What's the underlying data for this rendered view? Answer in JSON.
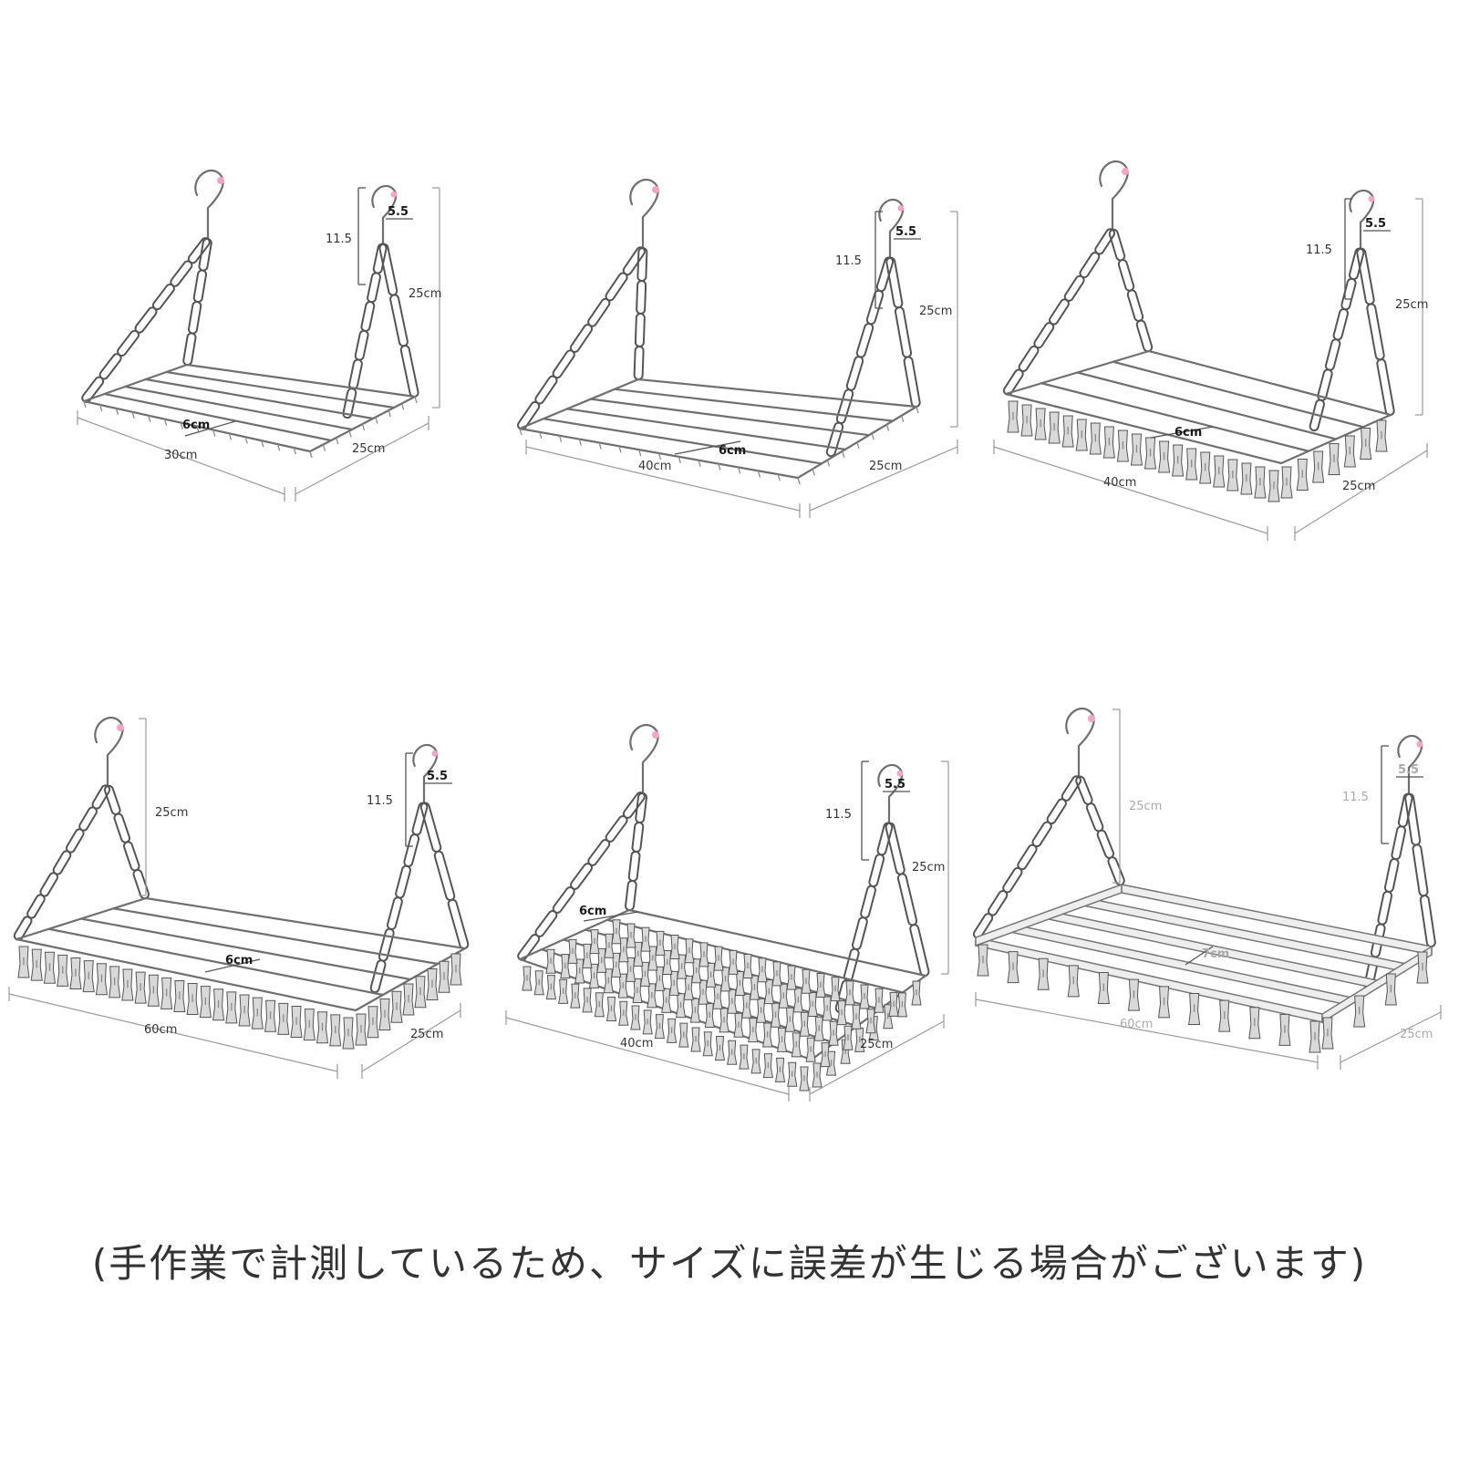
{
  "panels": [
    {
      "id": "p1",
      "style": "wire",
      "labels": {
        "hook_width": "5.5",
        "hook_height": "11.5",
        "total_height": "25cm",
        "spacing": "6cm",
        "length": "30cm",
        "depth": "25cm"
      }
    },
    {
      "id": "p2",
      "style": "wire",
      "labels": {
        "hook_width": "5.5",
        "hook_height": "11.5",
        "total_height": "25cm",
        "spacing": "6cm",
        "length": "40cm",
        "depth": "25cm"
      }
    },
    {
      "id": "p3",
      "style": "wire-clips",
      "labels": {
        "hook_width": "5.5",
        "hook_height": "11.5",
        "total_height": "25cm",
        "spacing": "6cm",
        "length": "40cm",
        "depth": "25cm"
      }
    },
    {
      "id": "p4",
      "style": "wire-clips",
      "labels": {
        "hook_width": "5.5",
        "hook_height": "11.5",
        "total_height": "25cm",
        "spacing": "6cm",
        "length": "60cm",
        "depth": "25cm"
      }
    },
    {
      "id": "p5",
      "style": "dense-clips",
      "labels": {
        "hook_width": "5.5",
        "hook_height": "11.5",
        "total_height": "25cm",
        "spacing": "6cm",
        "length": "40cm",
        "depth": "25cm"
      }
    },
    {
      "id": "p6",
      "style": "flat-bars",
      "labels": {
        "hook_width": "5.5",
        "hook_height": "11.5",
        "total_height": "25cm",
        "spacing": "7cm",
        "length": "60cm",
        "depth": "25cm"
      }
    }
  ],
  "footnote": "(手作業で計測しているため、サイズに誤差が生じる場合がございます)"
}
